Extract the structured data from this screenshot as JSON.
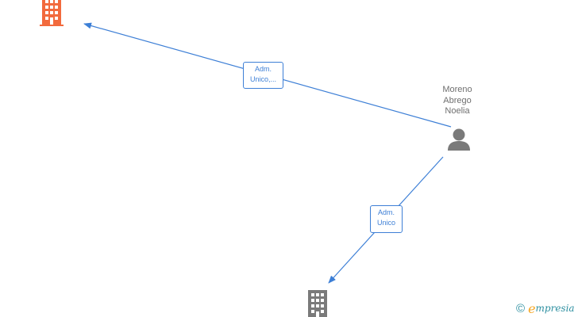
{
  "colors": {
    "edge": "#3d7fd6",
    "company_primary": "#f26a3d",
    "company_secondary": "#7a7a7a",
    "person": "#7a7a7a",
    "brand_teal": "#2d8fa0",
    "brand_orange": "#f5a623"
  },
  "nodes": {
    "company_top": {
      "icon": "building-icon"
    },
    "company_bottom": {
      "icon": "building-icon"
    },
    "person": {
      "icon": "person-icon",
      "name_lines": [
        "Moreno",
        "Abrego",
        "Noelia"
      ]
    }
  },
  "edges": [
    {
      "from": "person",
      "to": "company_top",
      "label_lines": [
        "Adm.",
        "Unico,..."
      ]
    },
    {
      "from": "person",
      "to": "company_bottom",
      "label_lines": [
        "Adm.",
        "Unico"
      ]
    }
  ],
  "footer": {
    "copyright_symbol": "©",
    "brand_initial": "e",
    "brand_rest": "mpresia"
  }
}
